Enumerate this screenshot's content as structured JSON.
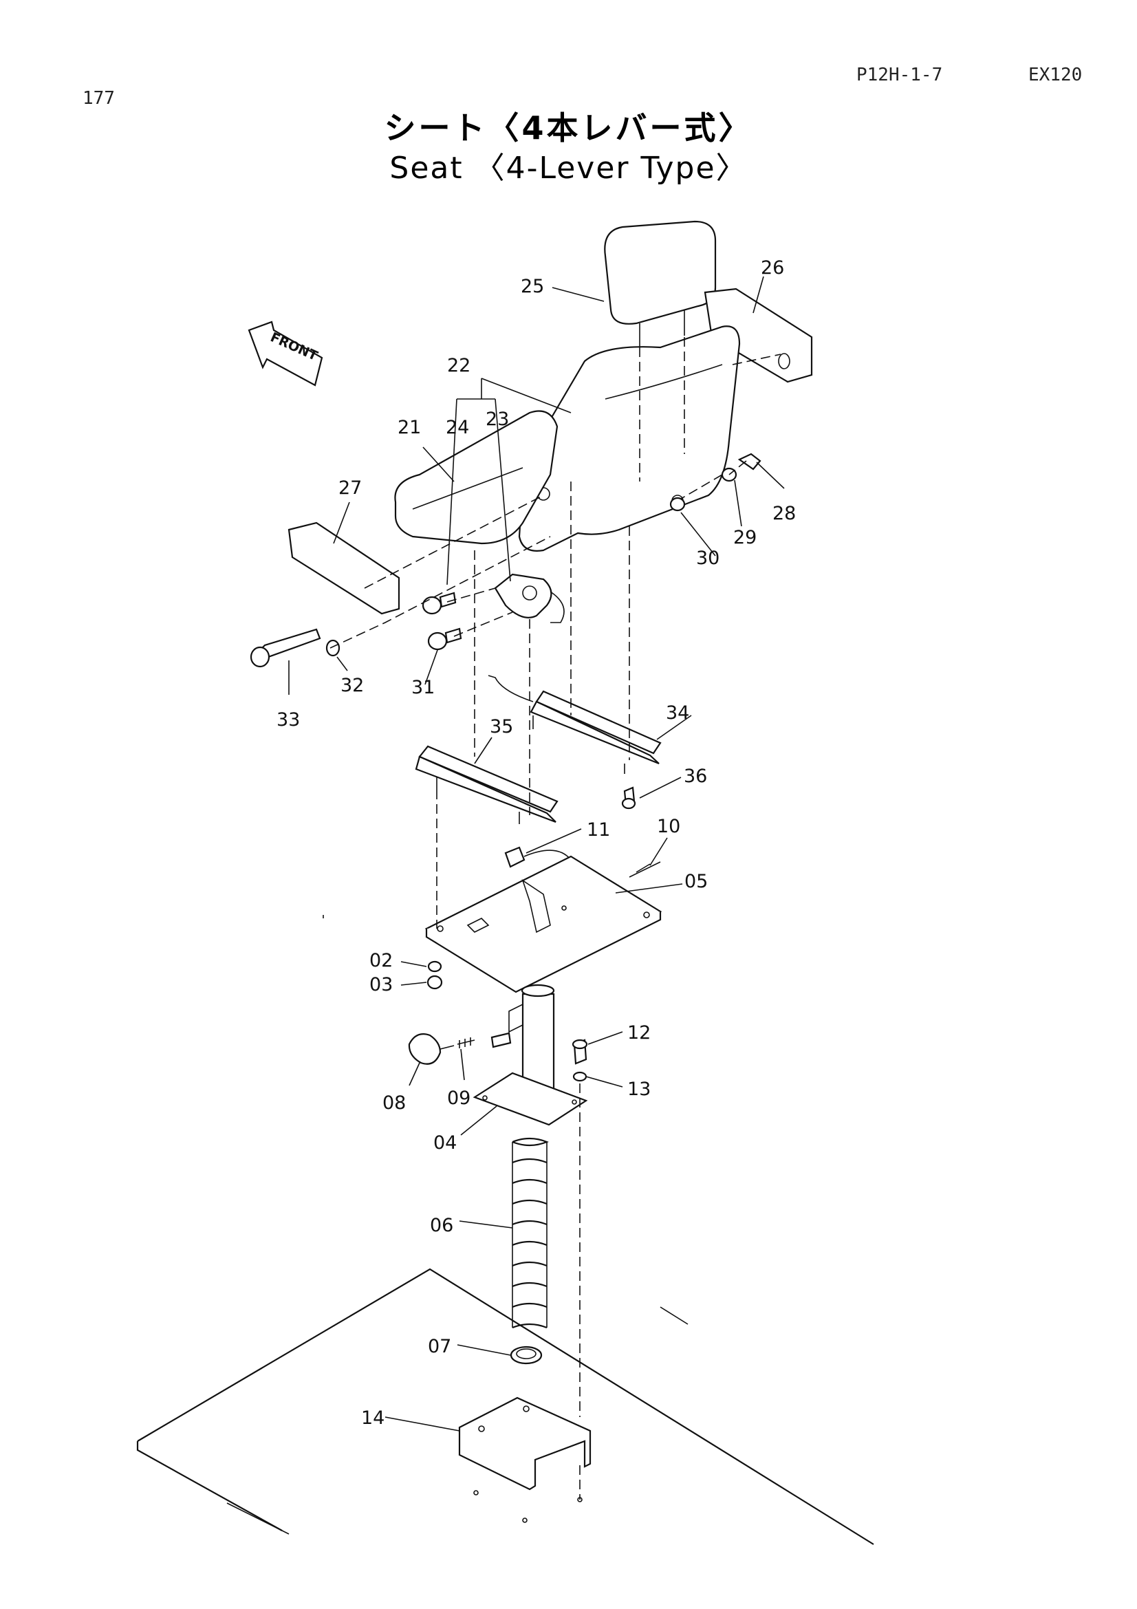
{
  "header": {
    "page_number": "177",
    "doc_code": "P12H-1-7",
    "model": "EX120"
  },
  "title": {
    "japanese": "シート〈4本レバー式〉",
    "english": "Seat 〈4-Lever Type〉"
  },
  "front_indicator": "FRONT",
  "callouts": {
    "c25": "25",
    "c26": "26",
    "c22": "22",
    "c24": "24",
    "c23": "23",
    "c21": "21",
    "c27": "27",
    "c28": "28",
    "c29": "29",
    "c30": "30",
    "c33": "33",
    "c32": "32",
    "c31": "31",
    "c34": "34",
    "c35": "35",
    "c36": "36",
    "c11": "11",
    "c10": "10",
    "c05": "05",
    "c02": "02",
    "c03": "03",
    "c12": "12",
    "c13": "13",
    "c08": "08",
    "c09": "09",
    "c04": "04",
    "c06": "06",
    "c07": "07",
    "c14": "14"
  }
}
